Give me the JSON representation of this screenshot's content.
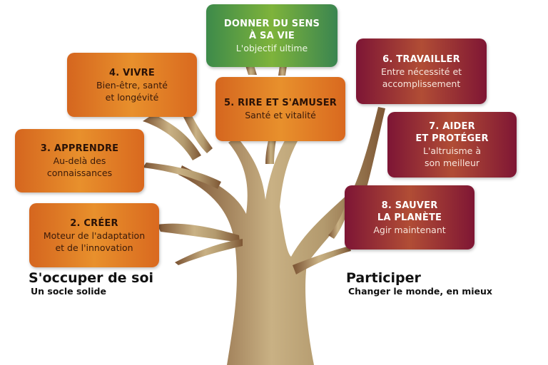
{
  "colors": {
    "orange": "#e07a25",
    "red": "#8e2236",
    "green": "#5c9e43",
    "trunk": "#b09468"
  },
  "top": {
    "title_line1": "DONNER DU SENS",
    "title_line2": "À SA VIE",
    "subtitle": "L'objectif ultime"
  },
  "left_items": [
    {
      "title": "2. CRÉER",
      "sub_line1": "Moteur de l'adaptation",
      "sub_line2": "et de l'innovation"
    },
    {
      "title": "3. APPRENDRE",
      "sub_line1": "Au-delà des",
      "sub_line2": "connaissances"
    },
    {
      "title": "4. VIVRE",
      "sub_line1": "Bien-être, santé",
      "sub_line2": "et longévité"
    },
    {
      "title": "5. RIRE ET S'AMUSER",
      "sub_line1": "Santé et vitalité"
    }
  ],
  "right_items": [
    {
      "title": "6. TRAVAILLER",
      "sub_line1": "Entre nécessité et",
      "sub_line2": "accomplissement"
    },
    {
      "title_line1": "7. AIDER",
      "title_line2": "ET PROTÉGER",
      "sub_line1": "L'altruisme à",
      "sub_line2": "son meilleur"
    },
    {
      "title_line1": "8. SAUVER",
      "title_line2": "LA PLANÈTE",
      "sub_line1": "Agir maintenant"
    }
  ],
  "left_section": {
    "title": "S'occuper de soi",
    "subtitle": "Un socle solide"
  },
  "right_section": {
    "title": "Participer",
    "subtitle": "Changer le monde, en mieux"
  }
}
